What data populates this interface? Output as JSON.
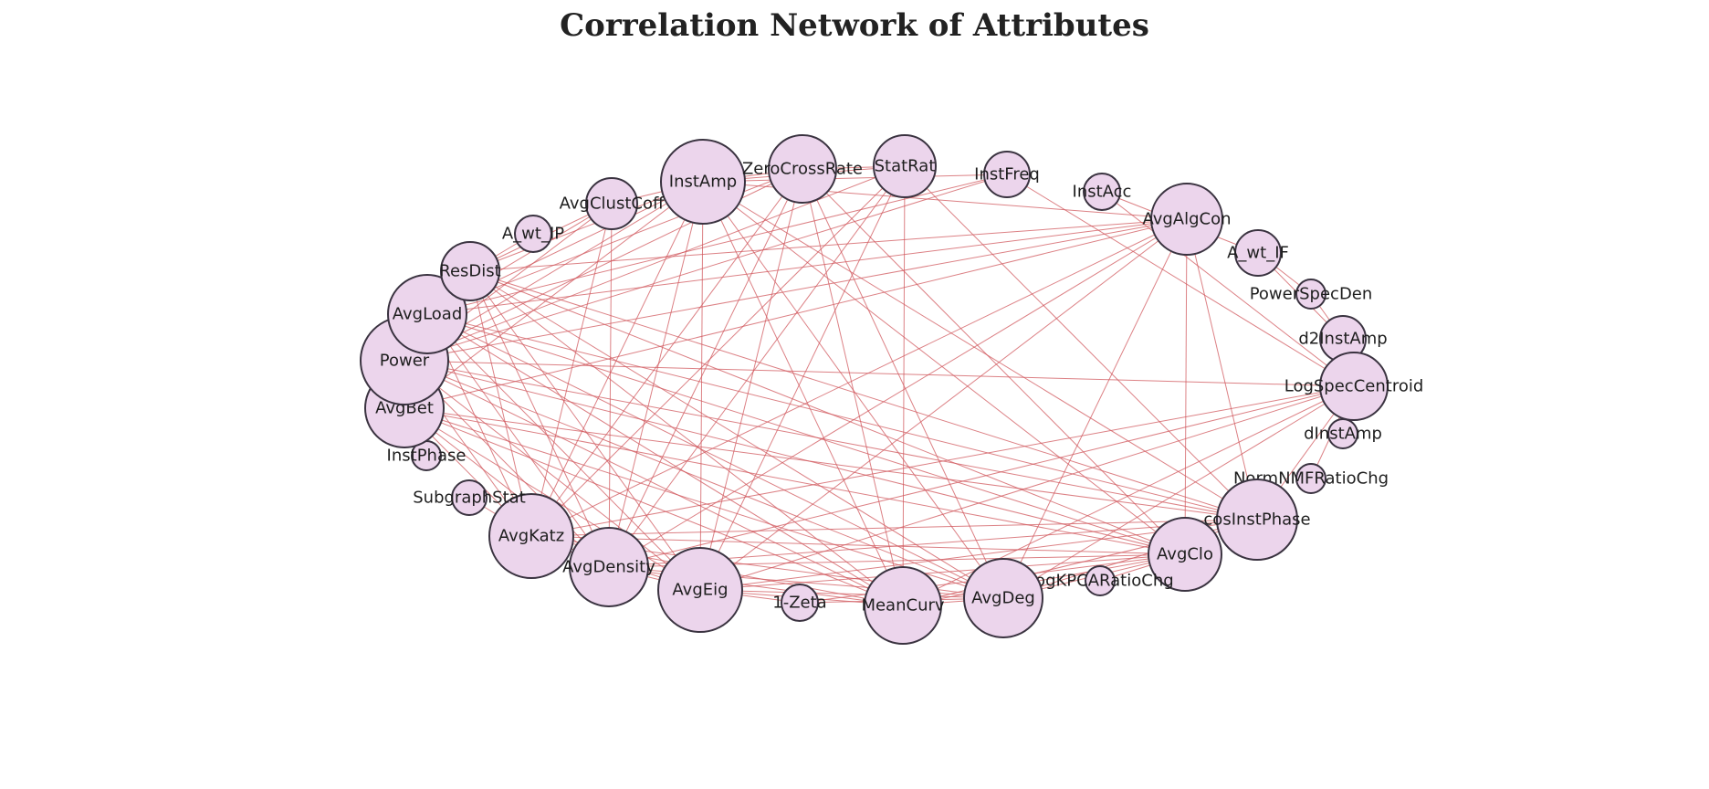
{
  "title": "Correlation Network of Attributes",
  "colors": {
    "node_fill": "#ecd5ec",
    "node_stroke": "#3a3340",
    "edge": "#d0575c"
  },
  "nodes": [
    {
      "id": "InstAmp",
      "label": "InstAmp",
      "size": 46
    },
    {
      "id": "ZeroCrossRate",
      "label": "ZeroCrossRate",
      "size": 37
    },
    {
      "id": "StatRat",
      "label": "StatRat",
      "size": 34
    },
    {
      "id": "InstFreq",
      "label": "InstFreq",
      "size": 25
    },
    {
      "id": "InstAcc",
      "label": "InstAcc",
      "size": 20
    },
    {
      "id": "AvgAlgCon",
      "label": "AvgAlgCon",
      "size": 39
    },
    {
      "id": "A_wt_IF",
      "label": "A_wt_IF",
      "size": 25
    },
    {
      "id": "PowerSpecDen",
      "label": "PowerSpecDen",
      "size": 16
    },
    {
      "id": "d2InstAmp",
      "label": "d2InstAmp",
      "size": 25
    },
    {
      "id": "LogSpecCentroid",
      "label": "LogSpecCentroid",
      "size": 37
    },
    {
      "id": "dInstAmp",
      "label": "dInstAmp",
      "size": 16
    },
    {
      "id": "NormNMFRatioChg",
      "label": "NormNMFRatioChg",
      "size": 16
    },
    {
      "id": "cosInstPhase",
      "label": "cosInstPhase",
      "size": 44
    },
    {
      "id": "AvgClo",
      "label": "AvgClo",
      "size": 40
    },
    {
      "id": "LogKPCARatioChg",
      "label": "LogKPCARatioChg",
      "size": 16
    },
    {
      "id": "AvgDeg",
      "label": "AvgDeg",
      "size": 43
    },
    {
      "id": "MeanCurv",
      "label": "MeanCurv",
      "size": 42
    },
    {
      "id": "1-Zeta",
      "label": "1-Zeta",
      "size": 20
    },
    {
      "id": "AvgEig",
      "label": "AvgEig",
      "size": 46
    },
    {
      "id": "AvgDensity",
      "label": "AvgDensity",
      "size": 43
    },
    {
      "id": "AvgKatz",
      "label": "AvgKatz",
      "size": 46
    },
    {
      "id": "SubgraphStat",
      "label": "SubgraphStat",
      "size": 19
    },
    {
      "id": "InstPhase",
      "label": "InstPhase",
      "size": 16
    },
    {
      "id": "AvgBet",
      "label": "AvgBet",
      "size": 43
    },
    {
      "id": "Power",
      "label": "Power",
      "size": 48
    },
    {
      "id": "AvgLoad",
      "label": "AvgLoad",
      "size": 43
    },
    {
      "id": "ResDist",
      "label": "ResDist",
      "size": 32
    },
    {
      "id": "A_wt_IP",
      "label": "A_wt_IP",
      "size": 20
    },
    {
      "id": "AvgClustCoff",
      "label": "AvgClustCoff",
      "size": 28
    }
  ],
  "edges": [
    [
      "InstAmp",
      "AvgLoad"
    ],
    [
      "InstAmp",
      "Power"
    ],
    [
      "InstAmp",
      "AvgBet"
    ],
    [
      "InstAmp",
      "ResDist"
    ],
    [
      "InstAmp",
      "AvgKatz"
    ],
    [
      "InstAmp",
      "AvgEig"
    ],
    [
      "InstAmp",
      "AvgDensity"
    ],
    [
      "InstAmp",
      "AvgDeg"
    ],
    [
      "InstAmp",
      "MeanCurv"
    ],
    [
      "InstAmp",
      "AvgClo"
    ],
    [
      "InstAmp",
      "ZeroCrossRate"
    ],
    [
      "InstAmp",
      "AvgClustCoff"
    ],
    [
      "InstAmp",
      "cosInstPhase"
    ],
    [
      "InstAmp",
      "StatRat"
    ],
    [
      "ZeroCrossRate",
      "AvgLoad"
    ],
    [
      "ZeroCrossRate",
      "Power"
    ],
    [
      "ZeroCrossRate",
      "AvgKatz"
    ],
    [
      "ZeroCrossRate",
      "AvgEig"
    ],
    [
      "ZeroCrossRate",
      "MeanCurv"
    ],
    [
      "ZeroCrossRate",
      "AvgDeg"
    ],
    [
      "ZeroCrossRate",
      "AvgDensity"
    ],
    [
      "ZeroCrossRate",
      "AvgClo"
    ],
    [
      "ZeroCrossRate",
      "StatRat"
    ],
    [
      "StatRat",
      "MeanCurv"
    ],
    [
      "StatRat",
      "AvgEig"
    ],
    [
      "StatRat",
      "AvgKatz"
    ],
    [
      "StatRat",
      "cosInstPhase"
    ],
    [
      "StatRat",
      "Power"
    ],
    [
      "StatRat",
      "AvgDensity"
    ],
    [
      "InstFreq",
      "AvgLoad"
    ],
    [
      "InstFreq",
      "Power"
    ],
    [
      "InstFreq",
      "LogSpecCentroid"
    ],
    [
      "InstFreq",
      "InstAmp"
    ],
    [
      "InstAcc",
      "LogSpecCentroid"
    ],
    [
      "AvgAlgCon",
      "Power"
    ],
    [
      "AvgAlgCon",
      "AvgLoad"
    ],
    [
      "AvgAlgCon",
      "AvgBet"
    ],
    [
      "AvgAlgCon",
      "AvgKatz"
    ],
    [
      "AvgAlgCon",
      "AvgEig"
    ],
    [
      "AvgAlgCon",
      "AvgDeg"
    ],
    [
      "AvgAlgCon",
      "AvgClo"
    ],
    [
      "AvgAlgCon",
      "cosInstPhase"
    ],
    [
      "AvgAlgCon",
      "AvgDensity"
    ],
    [
      "AvgAlgCon",
      "InstAmp"
    ],
    [
      "AvgAlgCon",
      "ResDist"
    ],
    [
      "A_wt_IF",
      "d2InstAmp"
    ],
    [
      "A_wt_IF",
      "PowerSpecDen"
    ],
    [
      "A_wt_IF",
      "InstAcc"
    ],
    [
      "d2InstAmp",
      "PowerSpecDen"
    ],
    [
      "LogSpecCentroid",
      "Power"
    ],
    [
      "LogSpecCentroid",
      "AvgKatz"
    ],
    [
      "LogSpecCentroid",
      "AvgDensity"
    ],
    [
      "LogSpecCentroid",
      "AvgEig"
    ],
    [
      "LogSpecCentroid",
      "AvgDeg"
    ],
    [
      "LogSpecCentroid",
      "cosInstPhase"
    ],
    [
      "LogSpecCentroid",
      "MeanCurv"
    ],
    [
      "cosInstPhase",
      "AvgLoad"
    ],
    [
      "cosInstPhase",
      "Power"
    ],
    [
      "cosInstPhase",
      "AvgBet"
    ],
    [
      "cosInstPhase",
      "AvgKatz"
    ],
    [
      "cosInstPhase",
      "AvgEig"
    ],
    [
      "cosInstPhase",
      "MeanCurv"
    ],
    [
      "cosInstPhase",
      "AvgDeg"
    ],
    [
      "cosInstPhase",
      "AvgDensity"
    ],
    [
      "cosInstPhase",
      "ResDist"
    ],
    [
      "AvgClo",
      "AvgLoad"
    ],
    [
      "AvgClo",
      "Power"
    ],
    [
      "AvgClo",
      "AvgBet"
    ],
    [
      "AvgClo",
      "AvgKatz"
    ],
    [
      "AvgClo",
      "AvgEig"
    ],
    [
      "AvgClo",
      "AvgDensity"
    ],
    [
      "AvgClo",
      "MeanCurv"
    ],
    [
      "AvgClo",
      "AvgDeg"
    ],
    [
      "AvgClo",
      "ResDist"
    ],
    [
      "AvgClo",
      "1-Zeta"
    ],
    [
      "AvgDeg",
      "AvgLoad"
    ],
    [
      "AvgDeg",
      "Power"
    ],
    [
      "AvgDeg",
      "AvgBet"
    ],
    [
      "AvgDeg",
      "AvgKatz"
    ],
    [
      "AvgDeg",
      "AvgEig"
    ],
    [
      "AvgDeg",
      "AvgDensity"
    ],
    [
      "AvgDeg",
      "MeanCurv"
    ],
    [
      "AvgDeg",
      "ResDist"
    ],
    [
      "AvgDeg",
      "1-Zeta"
    ],
    [
      "MeanCurv",
      "AvgLoad"
    ],
    [
      "MeanCurv",
      "Power"
    ],
    [
      "MeanCurv",
      "AvgBet"
    ],
    [
      "MeanCurv",
      "AvgKatz"
    ],
    [
      "MeanCurv",
      "AvgEig"
    ],
    [
      "MeanCurv",
      "AvgDensity"
    ],
    [
      "MeanCurv",
      "ResDist"
    ],
    [
      "AvgEig",
      "AvgLoad"
    ],
    [
      "AvgEig",
      "Power"
    ],
    [
      "AvgEig",
      "AvgBet"
    ],
    [
      "AvgEig",
      "AvgKatz"
    ],
    [
      "AvgEig",
      "AvgDensity"
    ],
    [
      "AvgEig",
      "ResDist"
    ],
    [
      "AvgEig",
      "1-Zeta"
    ],
    [
      "AvgDensity",
      "AvgLoad"
    ],
    [
      "AvgDensity",
      "Power"
    ],
    [
      "AvgDensity",
      "AvgBet"
    ],
    [
      "AvgDensity",
      "AvgKatz"
    ],
    [
      "AvgDensity",
      "ResDist"
    ],
    [
      "AvgDensity",
      "AvgClustCoff"
    ],
    [
      "AvgKatz",
      "AvgLoad"
    ],
    [
      "AvgKatz",
      "Power"
    ],
    [
      "AvgKatz",
      "AvgBet"
    ],
    [
      "AvgKatz",
      "ResDist"
    ],
    [
      "AvgKatz",
      "AvgClustCoff"
    ],
    [
      "AvgBet",
      "AvgLoad"
    ],
    [
      "AvgBet",
      "Power"
    ],
    [
      "AvgBet",
      "ResDist"
    ],
    [
      "Power",
      "AvgLoad"
    ],
    [
      "Power",
      "ResDist"
    ],
    [
      "Power",
      "AvgClustCoff"
    ],
    [
      "AvgLoad",
      "ResDist"
    ],
    [
      "AvgLoad",
      "AvgClustCoff"
    ],
    [
      "ResDist",
      "A_wt_IP"
    ],
    [
      "ResDist",
      "AvgClustCoff"
    ],
    [
      "NormNMFRatioChg",
      "LogSpecCentroid"
    ],
    [
      "LogKPCARatioChg",
      "AvgClo"
    ],
    [
      "InstPhase",
      "AvgBet"
    ],
    [
      "SubgraphStat",
      "AvgKatz"
    ]
  ]
}
